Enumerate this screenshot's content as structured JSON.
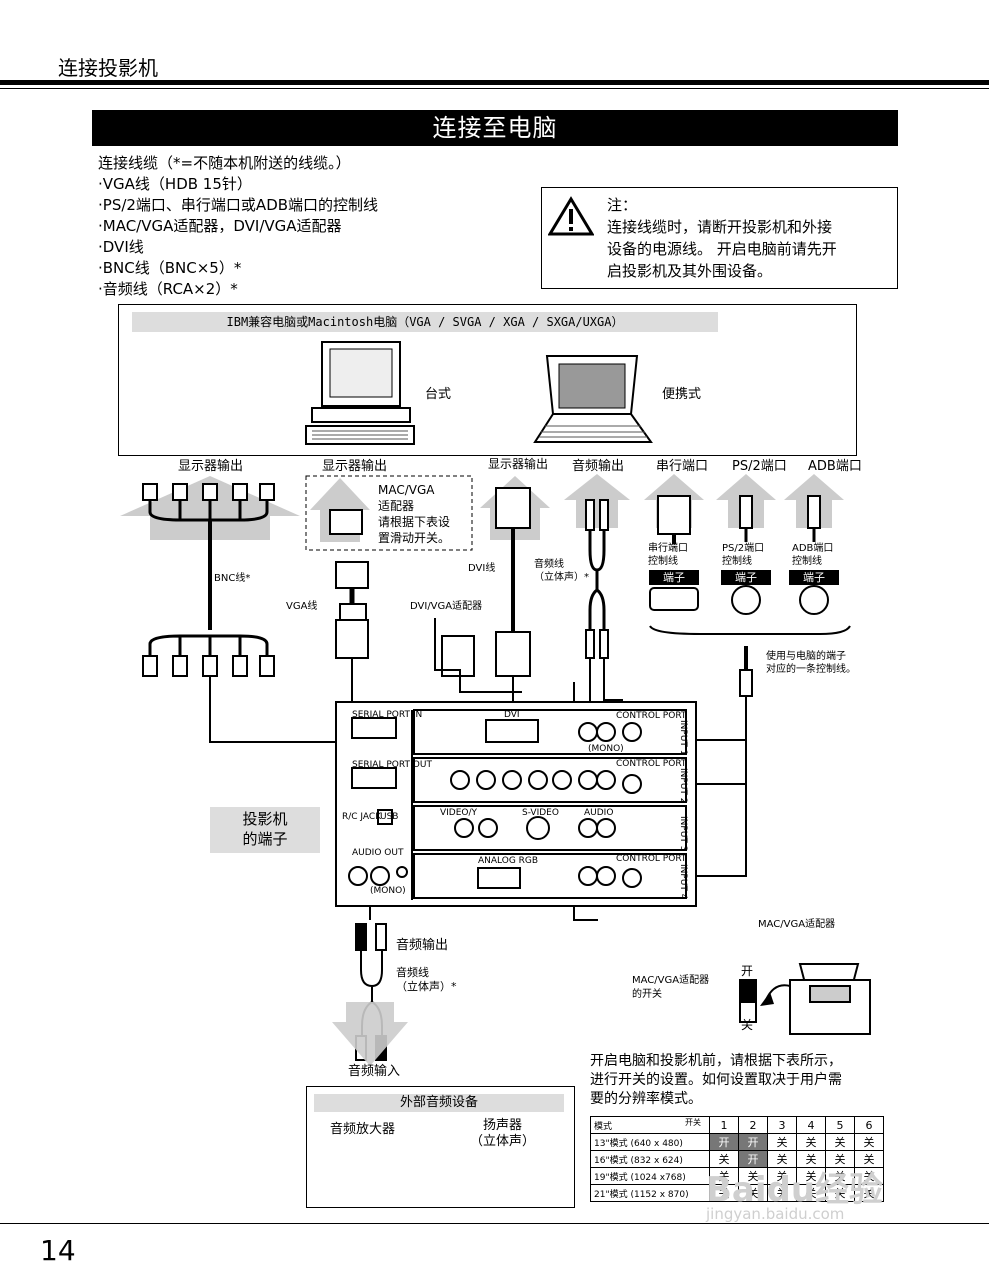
{
  "header": {
    "section": "连接投影机"
  },
  "title": "连接至电脑",
  "cables": {
    "intro": "连接线缆（*=不随本机附送的线缆。）",
    "items": [
      "·VGA线（HDB 15针）",
      "·PS/2端口、串行端口或ADB端口的控制线",
      "·MAC/VGA适配器，DVI/VGA适配器",
      "·DVI线",
      "·BNC线（BNC×5）*",
      "·音频线（RCA×2）*"
    ]
  },
  "note": {
    "l1": "注：",
    "l2": "连接线缆时，请断开投影机和外接",
    "l3": "设备的电源线。 开启电脑前请先开",
    "l4": "启投影机及其外围设备。"
  },
  "diagram": {
    "pc_banner": "IBM兼容电脑或Macintosh电脑（VGA / SVGA / XGA / SXGA/UXGA）",
    "desktop": "台式",
    "laptop": "便携式",
    "out_monitor1": "显示器输出",
    "out_monitor2": "显示器输出",
    "out_monitor3": "显示器输出",
    "out_audio": "音频输出",
    "serial_port": "串行端口",
    "ps2_port": "PS/2端口",
    "adb_port": "ADB端口",
    "mac_adapter_l1": "MAC/VGA",
    "mac_adapter_l2": "适配器",
    "mac_adapter_l3": "请根据下表设",
    "mac_adapter_l4": "置滑动开关。",
    "bnc_cable": "BNC线*",
    "vga_cable": "VGA线",
    "dvi_cable": "DVI线",
    "dvi_adapter": "DVI/VGA适配器",
    "audio_cable_l1": "音频线",
    "audio_cable_l2": "（立体声）*",
    "serial_ctrl_l1": "串行端口",
    "serial_ctrl_l2": "控制线",
    "ps2_ctrl_l1": "PS/2端口",
    "ps2_ctrl_l2": "控制线",
    "adb_ctrl_l1": "ADB端口",
    "adb_ctrl_l2": "控制线",
    "terminal": "端子",
    "use_one_l1": "使用与电脑的端子",
    "use_one_l2": "对应的一条控制线。",
    "proj_l1": "投影机",
    "proj_l2": "的端子",
    "audio_out": "音频输出",
    "audio_cable2_l1": "音频线",
    "audio_cable2_l2": "（立体声）*",
    "audio_in": "音频输入",
    "mac_adapter_title": "MAC/VGA适配器",
    "switch_label_l1": "MAC/VGA适配器",
    "switch_label_l2": "的开关",
    "on": "开",
    "off": "关",
    "ext_audio": "外部音频设备",
    "amp": "音频放大器",
    "speaker_l1": "扬声器",
    "speaker_l2": "（立体声）",
    "panel": {
      "serial_in": "SERIAL PORT IN",
      "serial_out": "SERIAL PORT OUT",
      "rc_jack": "R/C JACK",
      "usb": "USB",
      "audio_out": "AUDIO OUT",
      "dvi": "DVI",
      "control_port": "CONTROL PORT",
      "mono": "(MONO)",
      "video_y": "VIDEO/Y",
      "s_video": "S-VIDEO",
      "audio": "AUDIO",
      "analog_rgb": "ANALOG RGB",
      "input1": "INPUT 1",
      "input2": "INPUT 2",
      "input3": "INPUT 3",
      "input4": "INPUT 4"
    }
  },
  "switch_para": {
    "l1": "开启电脑和投影机前，请根据下表所示，",
    "l2": "进行开关的设置。如何设置取决于用户需",
    "l3": "要的分辨率模式。"
  },
  "switch_table": {
    "corner_mode": "模式",
    "corner_switch": "开关",
    "cols": [
      "1",
      "2",
      "3",
      "4",
      "5",
      "6"
    ],
    "rows": [
      {
        "mode": "13\"模式 (640 x 480)",
        "vals": [
          "开",
          "开",
          "关",
          "关",
          "关",
          "关"
        ]
      },
      {
        "mode": "16\"模式 (832 x 624)",
        "vals": [
          "关",
          "开",
          "关",
          "关",
          "关",
          "关"
        ]
      },
      {
        "mode": "19\"模式 (1024 x768)",
        "vals": [
          "关",
          "关",
          "关",
          "关",
          "关",
          "关"
        ]
      },
      {
        "mode": "21\"模式 (1152 x 870)",
        "vals": [
          "关",
          "关",
          "关",
          "关",
          "关",
          "关"
        ]
      }
    ]
  },
  "watermark": {
    "l1": "Baidu经验",
    "l2": "jingyan.baidu.com"
  },
  "page_number": "14"
}
